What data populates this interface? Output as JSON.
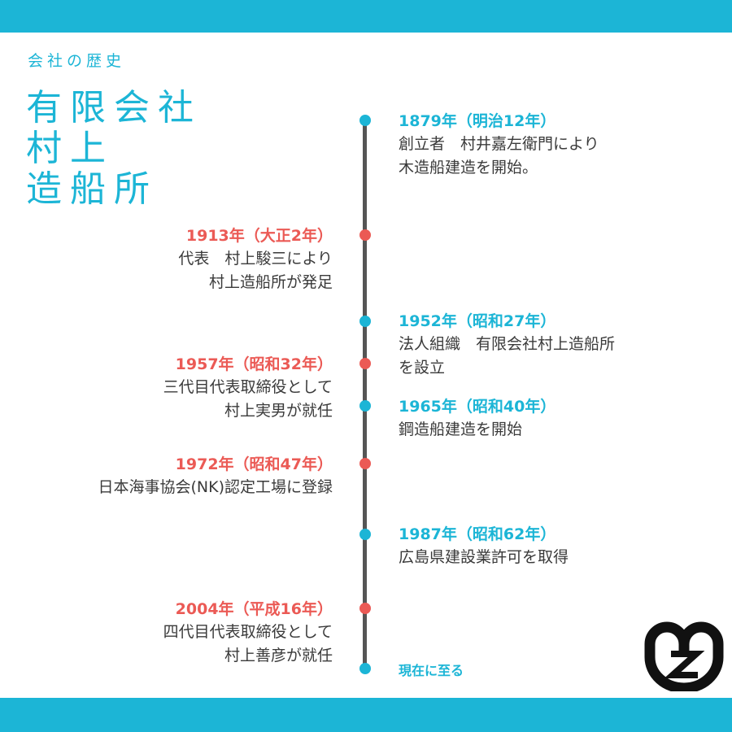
{
  "header": {
    "subtitle": "会社の歴史",
    "title_lines": [
      "有限会社",
      "村上",
      "造船所"
    ]
  },
  "timeline": [
    {
      "side": "right",
      "year": "1879年（明治12年）",
      "lines": [
        "創立者　村井嘉左衛門により",
        "木造船建造を開始。"
      ]
    },
    {
      "side": "left",
      "year": "1913年（大正2年）",
      "lines": [
        "代表　村上駿三により",
        "村上造船所が発足"
      ]
    },
    {
      "side": "right",
      "year": "1952年（昭和27年）",
      "lines": [
        "法人組織　有限会社村上造船所",
        "を設立"
      ]
    },
    {
      "side": "left",
      "year": "1957年（昭和32年）",
      "lines": [
        "三代目代表取締役として",
        "村上実男が就任"
      ]
    },
    {
      "side": "right",
      "year": "1965年（昭和40年）",
      "lines": [
        "鋼造船建造を開始"
      ]
    },
    {
      "side": "left",
      "year": "1972年（昭和47年）",
      "lines": [
        "日本海事協会(NK)認定工場に登録"
      ]
    },
    {
      "side": "right",
      "year": "1987年（昭和62年）",
      "lines": [
        "広島県建設業許可を取得"
      ]
    },
    {
      "side": "left",
      "year": "2004年（平成16年）",
      "lines": [
        "四代目代表取締役として",
        "村上善彦が就任"
      ]
    }
  ],
  "present_label": "現在に至る",
  "colors": {
    "accent_blue": "#1cb5d6",
    "accent_red": "#eb5a55",
    "axis": "#555555",
    "text": "#3a3a3a"
  },
  "logo": {
    "icon": "mz-company-logo-icon"
  }
}
